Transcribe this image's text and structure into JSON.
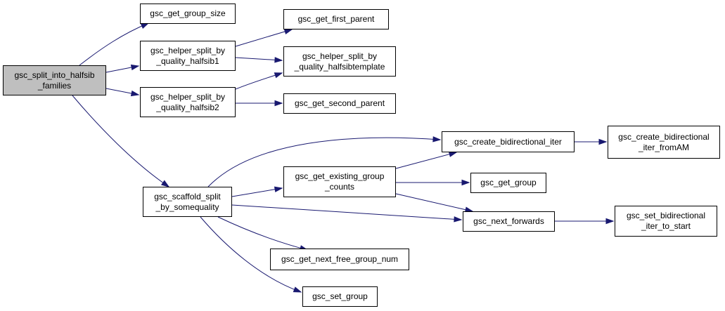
{
  "colors": {
    "edge": "#191970",
    "root_fill": "#bfbfbf",
    "node_fill": "#ffffff",
    "border": "#000000"
  },
  "nodes": {
    "root": "gsc_split_into_halfsib\n_families",
    "get_group_size": "gsc_get_group_size",
    "helper1": "gsc_helper_split_by\n_quality_halfsib1",
    "helper2": "gsc_helper_split_by\n_quality_halfsib2",
    "first_parent": "gsc_get_first_parent",
    "halfsibtemplate": "gsc_helper_split_by\n_quality_halfsibtemplate",
    "second_parent": "gsc_get_second_parent",
    "scaffold": "gsc_scaffold_split\n_by_somequality",
    "create_iter": "gsc_create_bidirectional_iter",
    "create_iter_am": "gsc_create_bidirectional\n_iter_fromAM",
    "existing_counts": "gsc_get_existing_group\n_counts",
    "get_group": "gsc_get_group",
    "next_forwards": "gsc_next_forwards",
    "set_iter_start": "gsc_set_bidirectional\n_iter_to_start",
    "next_free_num": "gsc_get_next_free_group_num",
    "set_group": "gsc_set_group"
  }
}
